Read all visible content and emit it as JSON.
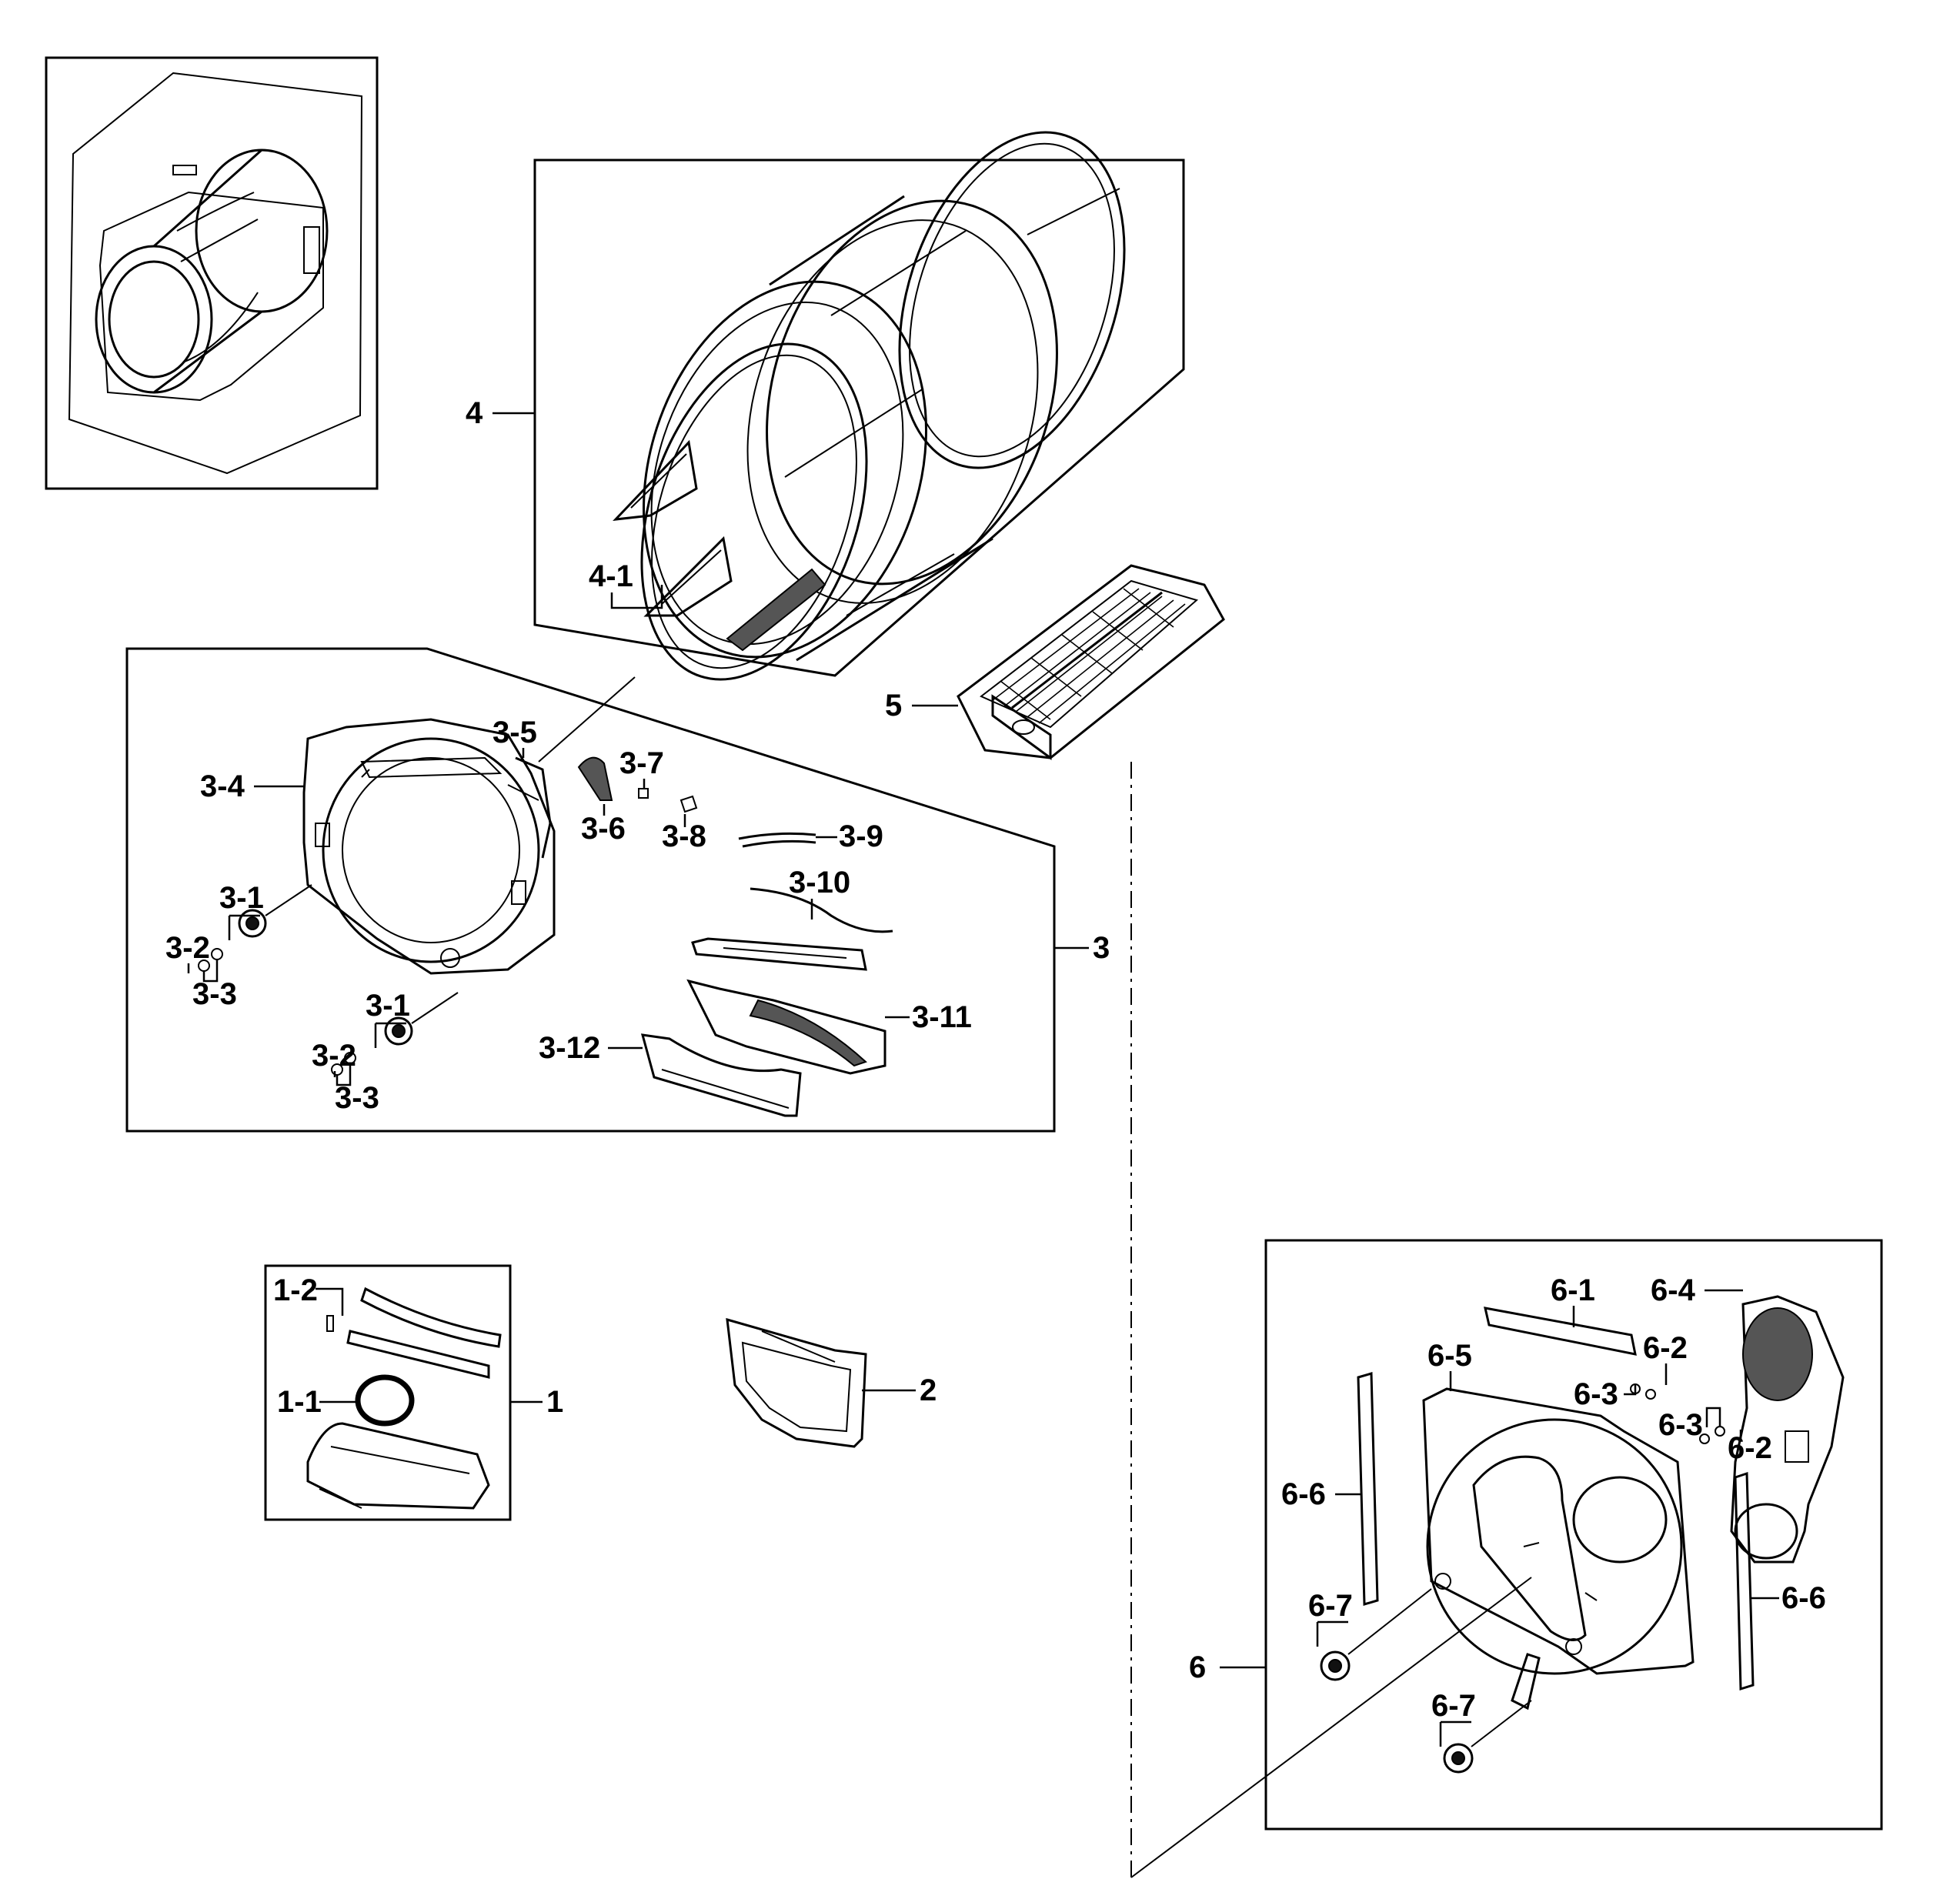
{
  "callouts": {
    "c4": "4",
    "c4_1": "4-1",
    "c5": "5",
    "c3": "3",
    "c3_1a": "3-1",
    "c3_1b": "3-1",
    "c3_2a": "3-2",
    "c3_2b": "3-2",
    "c3_3a": "3-3",
    "c3_3b": "3-3",
    "c3_4": "3-4",
    "c3_5": "3-5",
    "c3_6": "3-6",
    "c3_7": "3-7",
    "c3_8": "3-8",
    "c3_9": "3-9",
    "c3_10": "3-10",
    "c3_11": "3-11",
    "c3_12": "3-12",
    "c1": "1",
    "c1_1": "1-1",
    "c1_2": "1-2",
    "c2": "2",
    "c6": "6",
    "c6_1": "6-1",
    "c6_2a": "6-2",
    "c6_2b": "6-2",
    "c6_3a": "6-3",
    "c6_3b": "6-3",
    "c6_4": "6-4",
    "c6_5": "6-5",
    "c6_6a": "6-6",
    "c6_6b": "6-6",
    "c6_7a": "6-7",
    "c6_7b": "6-7"
  }
}
